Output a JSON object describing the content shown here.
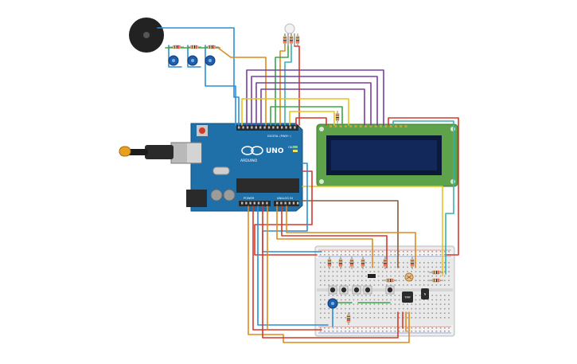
{
  "board": {
    "brand": "ARDUINO",
    "model": "UNO",
    "digital_header": "DIGITAL (PWM~)",
    "power_header": "POWER",
    "analog_header": "ANALOG IN",
    "on_label": "ON"
  },
  "breadboard": {
    "ic_labels": [
      "TMP",
      "N"
    ]
  },
  "colors": {
    "board_blue": "#1f6fa8",
    "lcd_green": "#5ea34a",
    "lcd_screen": "#0e2048",
    "wire_red": "#d43a2a",
    "wire_blue": "#2a8fd6",
    "wire_orange": "#e08a1e",
    "wire_purple": "#7a3fa0",
    "wire_yellow": "#e8c21a",
    "wire_green": "#3aa845",
    "wire_brown": "#8a5a3a",
    "wire_teal": "#3ab0b0"
  }
}
